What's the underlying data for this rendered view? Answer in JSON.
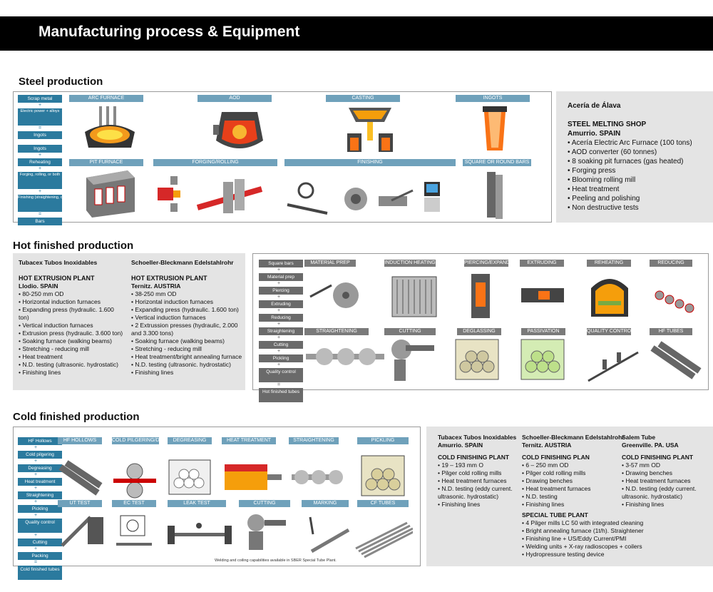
{
  "header": {
    "title": "Manufacturing process & Equipment"
  },
  "steel": {
    "title": "Steel production",
    "steps": [
      "Scrap metal",
      "+",
      "Electric power + alloys",
      "=",
      "Ingots",
      "",
      "Ingots",
      "+",
      "Reheating",
      "+",
      "Forging, rolling, or both",
      "+",
      "Finishing (straightening, cutting, peeling, UT, PMI...)",
      "=",
      "Bars"
    ],
    "labels": [
      "ARC FURNACE",
      "AOD",
      "CASTING",
      "INGOTS",
      "PIT FURNACE",
      "FORGING/ROLLING",
      "FINISHING",
      "SQUARE OR ROUND BARS"
    ],
    "info": {
      "title": "Acería de Álava",
      "shop": "STEEL MELTING SHOP",
      "place": "Amurrio. SPAIN",
      "items": [
        "Acería Electric Arc Furnace (100 tons)",
        "AOD converter (60 tonnes)",
        "8 soaking pit furnaces (gas heated)",
        "Forging press",
        "Blooming rolling mill",
        "Heat treatment",
        "Peeling and polishing",
        "Non destructive tests"
      ]
    }
  },
  "hot": {
    "title": "Hot finished production",
    "c1": {
      "company": "Tubacex Tubos Inoxidables",
      "plant": "HOT EXTRUSION PLANT",
      "place": "Llodio. SPAIN",
      "items": [
        "80-250 mm OD",
        "Horizontal induction furnaces",
        "Expanding press (hydraulic. 1.600 ton)",
        "Vertical induction furnaces",
        "Extrusion press (hydraulic. 3.600 ton)",
        "Soaking furnace (walking beams)",
        "Stretching - reducing mill",
        "Heat treatment",
        "N.D. testing (ultrasonic. hydrostatic)",
        "Finishing lines"
      ]
    },
    "c2": {
      "company": "Schoeller-Bleckmann Edelstahlrohr",
      "plant": "HOT EXTRUSION PLANT",
      "place": "Ternitz. AUSTRIA",
      "items": [
        "38-250 mm OD",
        "Horizontal induction furnaces",
        "Expanding press  (hydraulic. 1.600 ton)",
        "Vertical induction furnaces",
        "2 Extrussion presses (hydraulic, 2.000 and 3.300 tons)",
        "Soaking furnace (walking beams)",
        "Stretching - reducing mill",
        "Heat treatment/bright annealing furnace",
        "N.D. testing (ultrasonic. hydrostatic)",
        "Finishing lines"
      ]
    },
    "steps": [
      "Square bars",
      "+",
      "Material prep",
      "+",
      "Piercing",
      "+",
      "Extruding",
      "+",
      "Reducing",
      "+",
      "Straightening",
      "+",
      "Cutting",
      "+",
      "Pickling",
      "+",
      "Quality control",
      "=",
      "Hot finished tubes"
    ],
    "labels": [
      "MATERIAL PREP",
      "INDUCTION HEATING",
      "PIERCING/EXPANDING",
      "EXTRUDING",
      "REHEATING",
      "REDUCING",
      "STRAIGHTENING",
      "CUTTING",
      "DEGLASSING",
      "PASSIVATION",
      "QUALITY CONTROL",
      "HF TUBES"
    ]
  },
  "cold": {
    "title": "Cold finished production",
    "steps": [
      "HF Hollows",
      "+",
      "Cold pilgering",
      "+",
      "Degreasing",
      "+",
      "Heat treatment",
      "+",
      "Straightening",
      "+",
      "Pickling",
      "+",
      "Quality control",
      "+",
      "Cutting",
      "+",
      "Packing",
      "=",
      "Cold finished tubes"
    ],
    "labels": [
      "HF HOLLOWS",
      "COLD PILGERING/DRAWING",
      "DEGREASING",
      "HEAT TREATMENT",
      "STRAIGHTENING",
      "PICKLING",
      "UT TEST",
      "EC TEST",
      "LEAK TEST",
      "CUTTING",
      "MARKING",
      "CF TUBES"
    ],
    "footnote": "Welding and coiling capabilities available in SBER Special Tube Plant.",
    "c1": {
      "company": "Tubacex Tubos Inoxidables",
      "place": "Amurrio. SPAIN",
      "plant": "COLD FINISHING PLANT",
      "items": [
        "19 – 193 mm O",
        "Pilger cold rolling mills",
        "Heat treatment furnaces",
        "N.D. testing (eddy current. ultrasonic. hydrostatic)",
        "Finishing lines"
      ]
    },
    "c2": {
      "company": "Schoeller-Bleckmann Edelstahlrohr",
      "place": "Ternitz. AUSTRIA",
      "plant": "COLD FINISHING PLAN",
      "items": [
        "6 – 250 mm OD",
        "Pilger cold rolling mills",
        "Drawing benches",
        "Heat treatment furnaces",
        "N.D. testing",
        "Finishing lines"
      ],
      "special": "SPECIAL TUBE PLANT",
      "special_items": [
        "4 Pilger mills LC 50 with integrated cleaning",
        "Bright annealing furnace (1t/h). Straightener",
        "Finishing line + US/Eddy Current/PMI",
        "Welding units + X-ray radioscopes + coilers",
        "Hydropressure testing device"
      ]
    },
    "c3": {
      "company": "Salem Tube",
      "place": "Greenville. PA. USA",
      "plant": "COLD FINISHING PLANT",
      "items": [
        "3-57 mm OD",
        "Drawing benches",
        "Heat treatment furnaces",
        "N.D. testing (eddy current. ultrasonic. hydrostatic)",
        "Finishing lines"
      ]
    }
  }
}
